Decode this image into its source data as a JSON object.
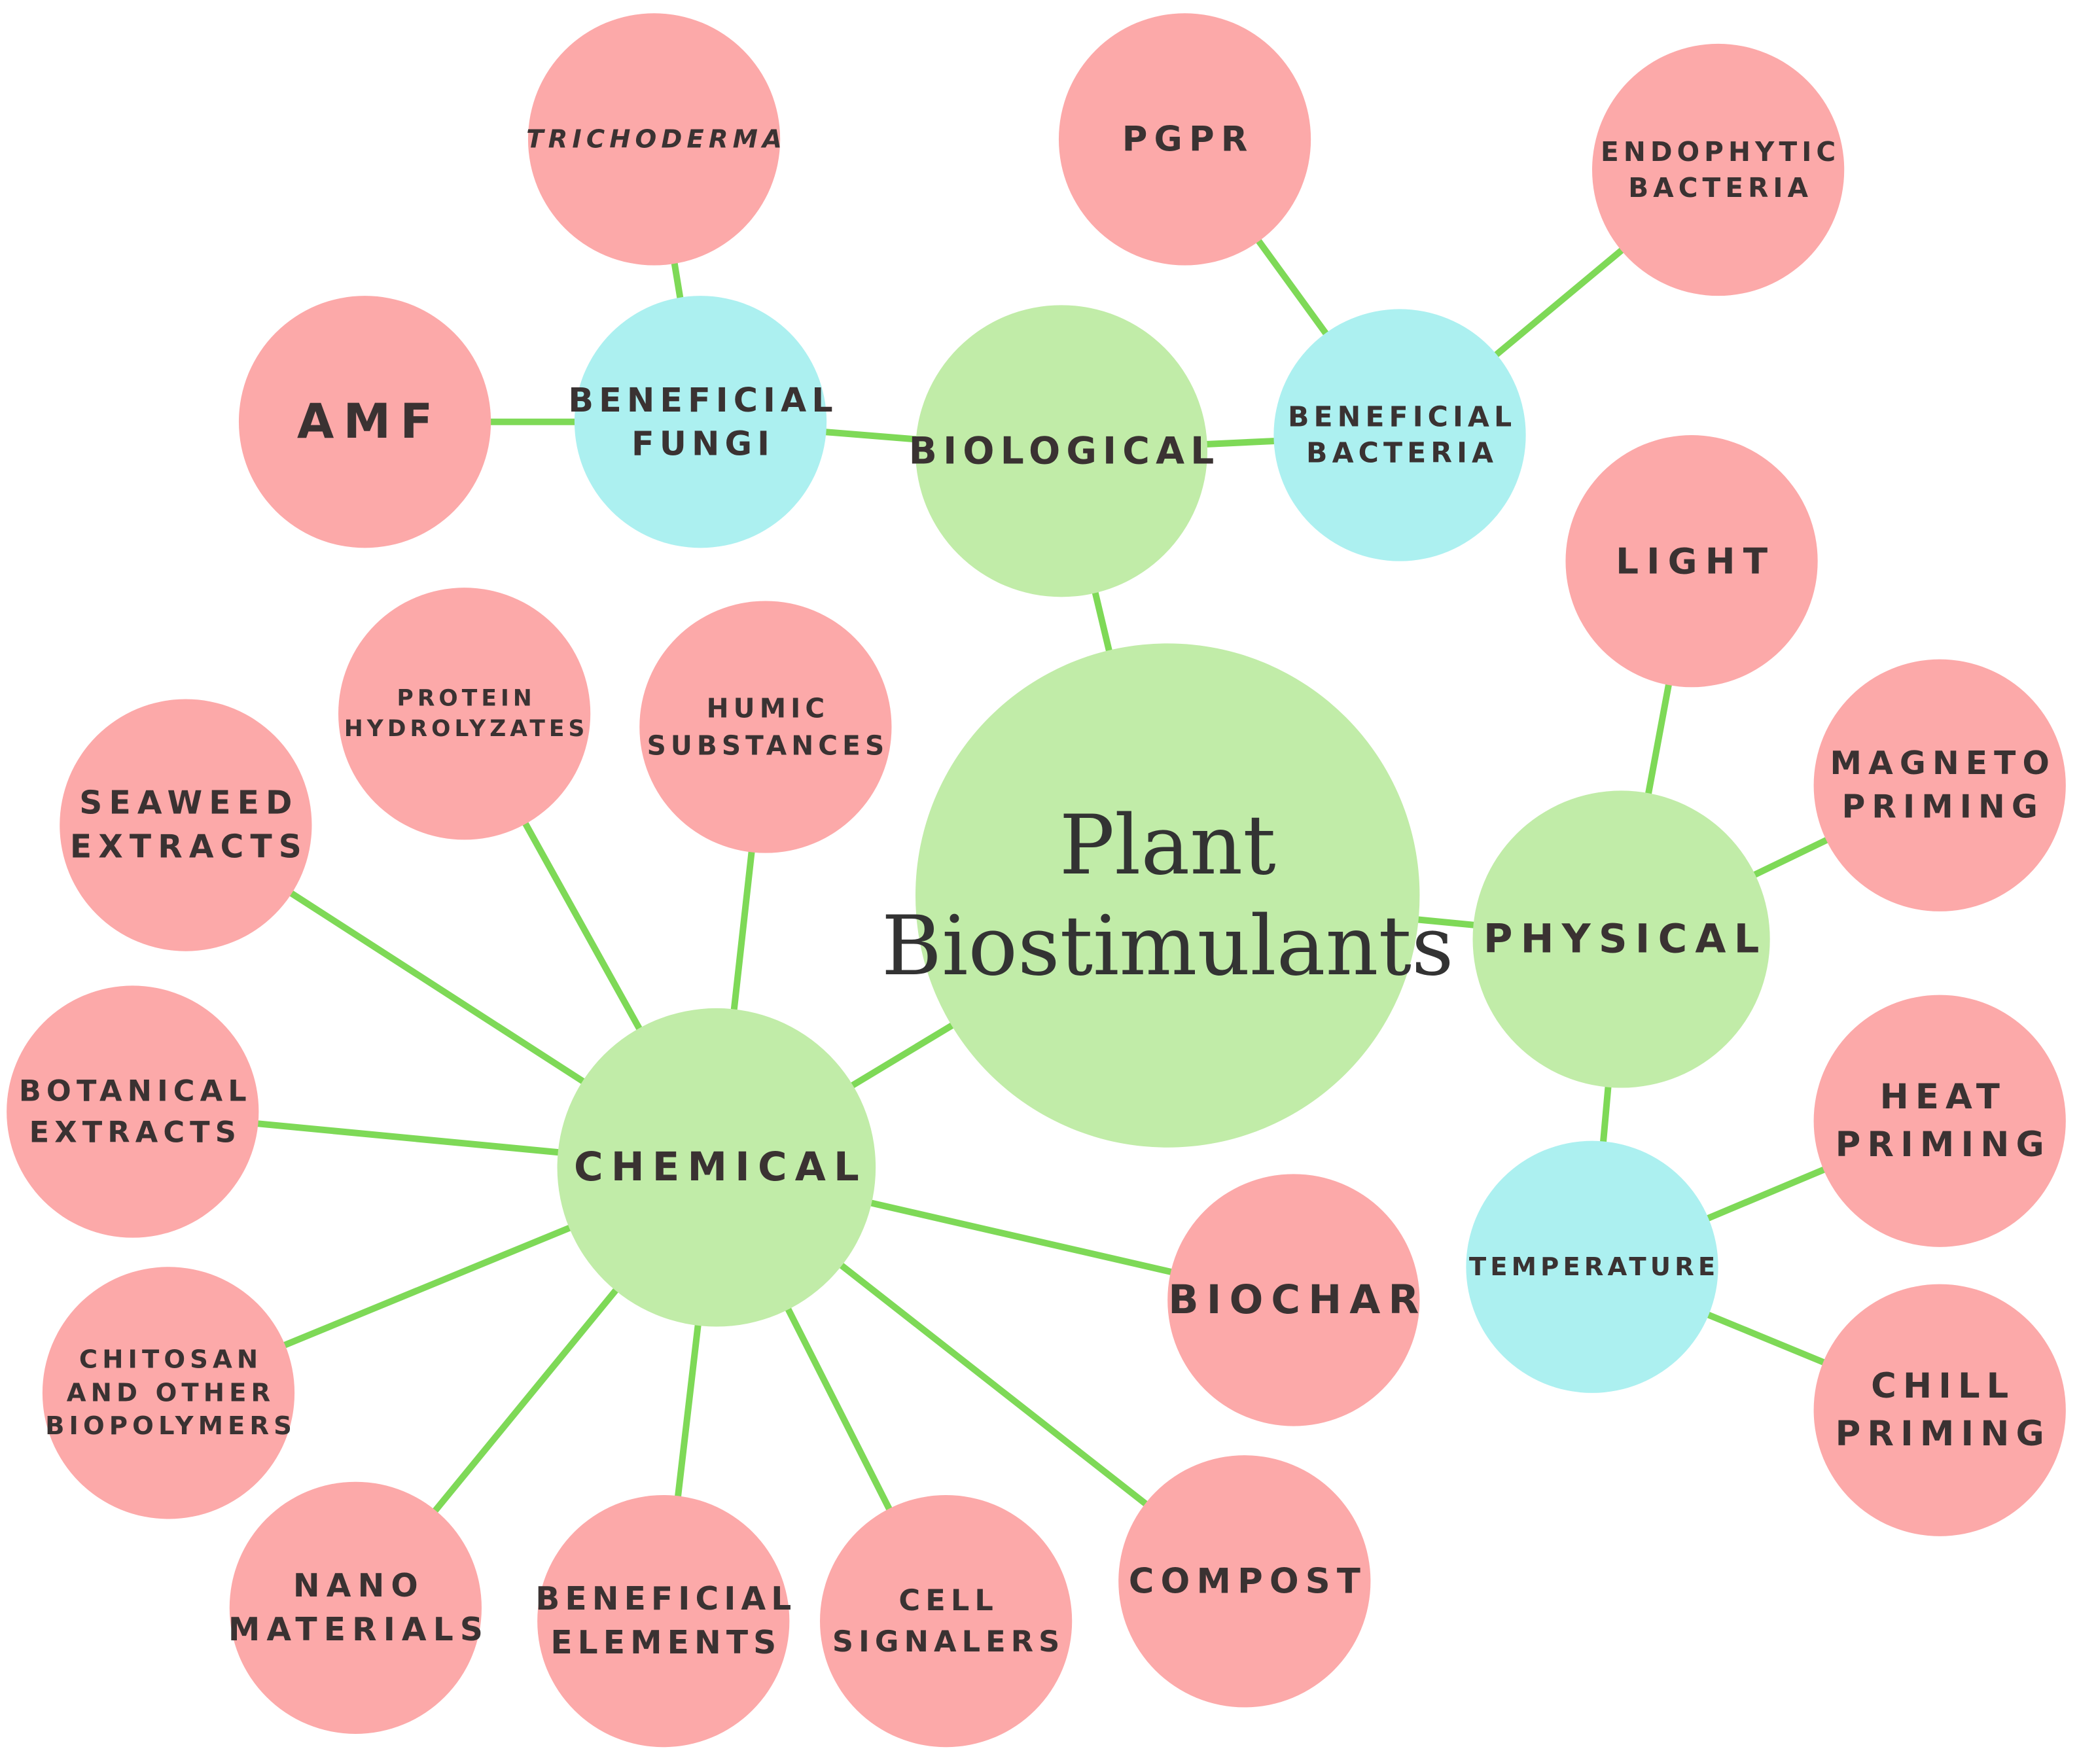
{
  "diagram": {
    "center": {
      "lines": [
        "Plant",
        "Biostimulants"
      ]
    },
    "nodes": {
      "biological": {
        "lines": [
          "BIOLOGICAL"
        ]
      },
      "beneficial_fungi": {
        "lines": [
          "BENEFICIAL",
          "FUNGI"
        ]
      },
      "beneficial_bacteria": {
        "lines": [
          "BENEFICIAL",
          "BACTERIA"
        ]
      },
      "trichoderma": {
        "lines": [
          "TRICHODERMA"
        ]
      },
      "amf": {
        "lines": [
          "AMF"
        ]
      },
      "pgpr": {
        "lines": [
          "PGPR"
        ]
      },
      "endophytic_bacteria": {
        "lines": [
          "ENDOPHYTIC",
          "BACTERIA"
        ]
      },
      "physical": {
        "lines": [
          "PHYSICAL"
        ]
      },
      "light": {
        "lines": [
          "LIGHT"
        ]
      },
      "magneto_priming": {
        "lines": [
          "MAGNETO",
          "PRIMING"
        ]
      },
      "temperature": {
        "lines": [
          "TEMPERATURE"
        ]
      },
      "heat_priming": {
        "lines": [
          "HEAT",
          "PRIMING"
        ]
      },
      "chill_priming": {
        "lines": [
          "CHILL",
          "PRIMING"
        ]
      },
      "chemical": {
        "lines": [
          "CHEMICAL"
        ]
      },
      "protein_hydrolyzates": {
        "lines": [
          "PROTEIN",
          "HYDROLYZATES"
        ]
      },
      "humic_substances": {
        "lines": [
          "HUMIC",
          "SUBSTANCES"
        ]
      },
      "seaweed_extracts": {
        "lines": [
          "SEAWEED",
          "EXTRACTS"
        ]
      },
      "botanical_extracts": {
        "lines": [
          "BOTANICAL",
          "EXTRACTS"
        ]
      },
      "chitosan": {
        "lines": [
          "CHITOSAN",
          "AND OTHER",
          "BIOPOLYMERS"
        ]
      },
      "nano_materials": {
        "lines": [
          "NANO",
          "MATERIALS"
        ]
      },
      "beneficial_elements": {
        "lines": [
          "BENEFICIAL",
          "ELEMENTS"
        ]
      },
      "cell_signalers": {
        "lines": [
          "CELL",
          "SIGNALERS"
        ]
      },
      "compost": {
        "lines": [
          "COMPOST"
        ]
      },
      "biochar": {
        "lines": [
          "BIOCHAR"
        ]
      }
    },
    "colors": {
      "main_category": "#c1eca8",
      "subcategory": "#acf0f0",
      "leaf": "#fca9a9",
      "connector": "#7ed957",
      "text": "#3a3232"
    }
  }
}
